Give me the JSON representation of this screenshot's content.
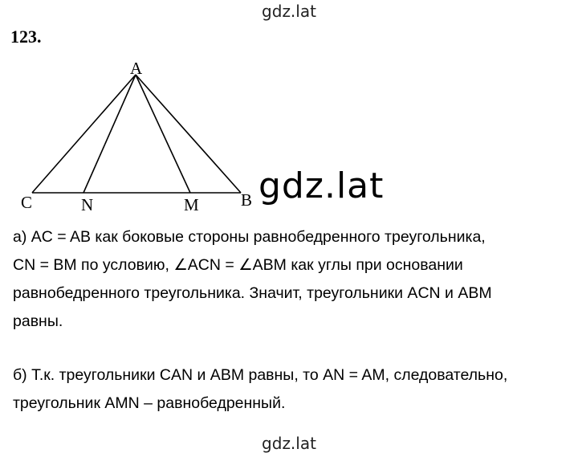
{
  "watermark": {
    "top": "gdz.lat",
    "middle": "gdz.lat",
    "bottom": "gdz.lat"
  },
  "problem_number": "123.",
  "figure": {
    "labels": {
      "A": "A",
      "C": "C",
      "N": "N",
      "M": "M",
      "B": "B"
    }
  },
  "solution": {
    "part_a": [
      "а) AC = AB как боковые стороны равнобедренного треугольника,",
      "CN = BM по условию, ∠ACN = ∠ABM как углы при основании",
      "равнобедренного треугольника. Значит, треугольники ACN и ABM",
      "равны."
    ],
    "part_b": [
      "б) Т.к. треугольники CAN и ABM равны, то AN = AM, следовательно,",
      "треугольник AMN – равнобедренный."
    ]
  }
}
